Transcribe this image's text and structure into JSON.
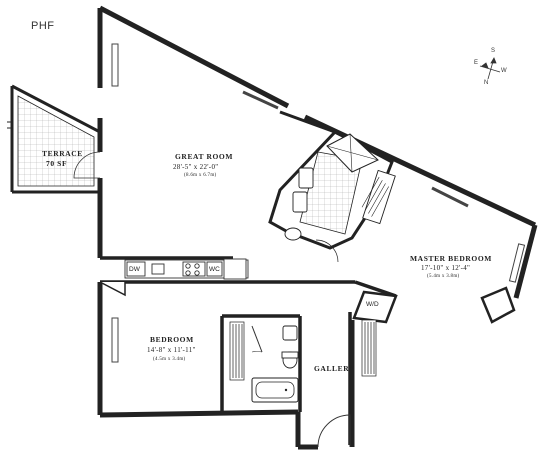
{
  "unit": "PHF",
  "rooms": {
    "great_room": {
      "name": "GREAT ROOM",
      "dims": "28'-5\" x 22'-0\"",
      "metric": "(8.6m x 6.7m)"
    },
    "terrace": {
      "name": "TERRACE",
      "area": "70 SF"
    },
    "master_bedroom": {
      "name": "MASTER BEDROOM",
      "dims": "17'-10\" x 12'-4\"",
      "metric": "(5.4m x 3.8m)"
    },
    "bedroom": {
      "name": "BEDROOM",
      "dims": "14'-8\" x 11'-11\"",
      "metric": "(4.5m x 3.4m)"
    },
    "gallery": {
      "name": "GALLERY"
    }
  },
  "fixtures": {
    "dishwasher": "DW",
    "wine_cooler": "WC",
    "washer_dryer": "W/D"
  },
  "compass": {
    "s": "S",
    "e": "E",
    "w": "W",
    "n": "N"
  }
}
